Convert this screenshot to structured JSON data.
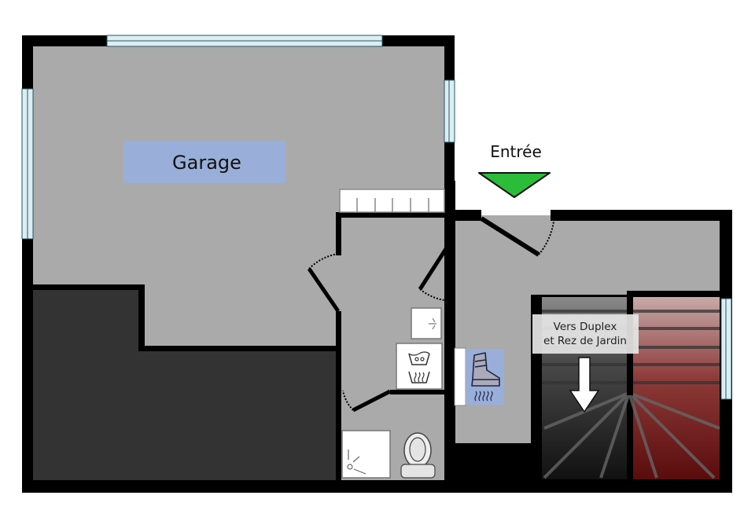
{
  "plan": {
    "rooms": {
      "garage": {
        "label": "Garage"
      }
    },
    "entrance": {
      "label": "Entrée"
    },
    "stairs": {
      "label_line1": "Vers Duplex",
      "label_line2": "et Rez de Jardin"
    },
    "fixtures": [
      "shelving-unit",
      "water-heater",
      "washing-machine",
      "ski-boot-dryer",
      "shower",
      "toilet"
    ],
    "colors": {
      "wall": "#000000",
      "floor": "#aaaaaa",
      "dark_area": "#333333",
      "window": "#dbeef3",
      "label_bg": "#99afd9",
      "entrance_arrow": "#2bbd3a",
      "stairs_red": "#6b1414"
    }
  }
}
